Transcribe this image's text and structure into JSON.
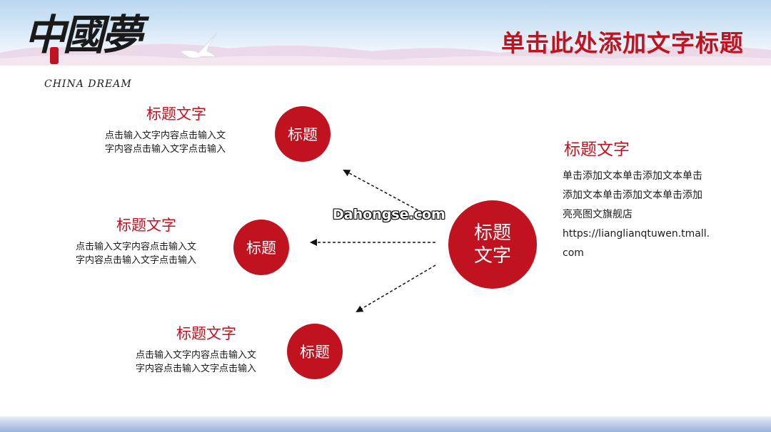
{
  "logo": {
    "main": "中國夢",
    "sub": "CHINA DREAM"
  },
  "header": {
    "title": "单击此处添加文字标题"
  },
  "items": [
    {
      "circle": "标题",
      "title": "标题文字",
      "desc_line1": "点击输入文字内容点击输入文",
      "desc_line2": "字内容点击输入文字点击输入"
    },
    {
      "circle": "标题",
      "title": "标题文字",
      "desc_line1": "点击输入文字内容点击输入文",
      "desc_line2": "字内容点击输入文字点击输入"
    },
    {
      "circle": "标题",
      "title": "标题文字",
      "desc_line1": "点击输入文字内容点击输入文",
      "desc_line2": "字内容点击输入文字点击输入"
    }
  ],
  "center": {
    "line1": "标题",
    "line2": "文字"
  },
  "right": {
    "title": "标题文字",
    "lines": [
      "单击添加文本单击添加文本单击",
      "添加文本单击添加文本单击添加",
      "亮亮图文旗舰店",
      "https://lianglianqtuwen.tmall.",
      "com"
    ]
  },
  "watermark": "Dahongse.com",
  "colors": {
    "accent": "#c1121f",
    "text": "#1a1a1a"
  }
}
